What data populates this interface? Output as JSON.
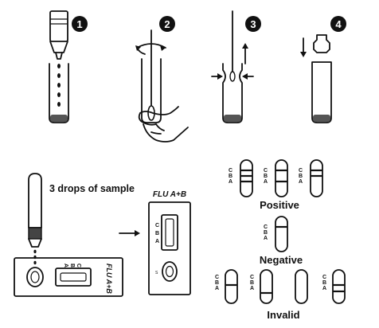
{
  "steps": [
    "1",
    "2",
    "3",
    "4"
  ],
  "sample_instruction": "3 drops of sample",
  "device": {
    "brand": "FLU A+B",
    "window_letters": [
      "C",
      "B",
      "A"
    ],
    "well_letter": "S"
  },
  "strip_letters": [
    "C",
    "B",
    "A"
  ],
  "results": {
    "positive": "Positive",
    "negative": "Negative",
    "invalid": "Invalid"
  },
  "colors": {
    "ink": "#111111",
    "sample_fill": "#444444"
  }
}
